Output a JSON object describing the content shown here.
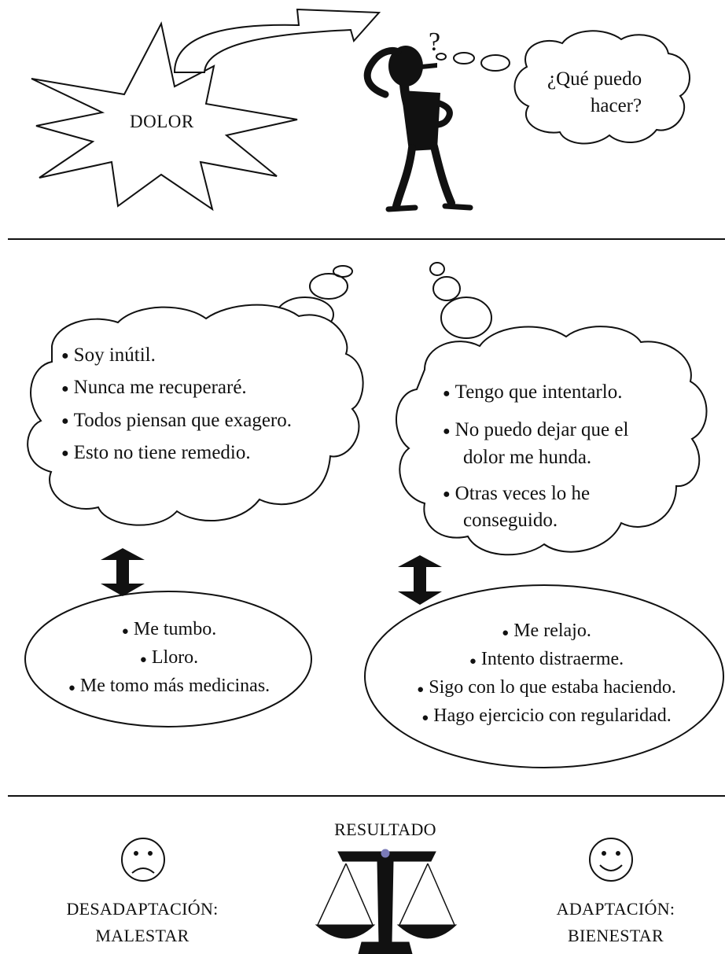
{
  "top": {
    "burst_label": "DOLOR",
    "thought_line1": "¿Qué puedo",
    "thought_line2": "hacer?"
  },
  "negative": {
    "thoughts": [
      "Soy inútil.",
      "Nunca me recuperaré.",
      "Todos piensan que exagero.",
      "Esto no tiene remedio."
    ],
    "behaviors": [
      "Me tumbo.",
      "Lloro.",
      "Me tomo más medicinas."
    ]
  },
  "positive": {
    "thoughts": [
      {
        "line1": "Tengo que intentarlo.",
        "line2": ""
      },
      {
        "line1": "No puedo dejar que el",
        "line2": "dolor me hunda."
      },
      {
        "line1": "Otras veces lo he",
        "line2": "conseguido."
      }
    ],
    "behaviors": [
      "Me relajo.",
      "Intento distraerme.",
      "Sigo con lo que estaba haciendo.",
      "Hago ejercicio con regularidad."
    ]
  },
  "result": {
    "title": "RESULTADO",
    "left_line1": "DESADAPTACIÓN:",
    "left_line2": "MALESTAR",
    "right_line1": "ADAPTACIÓN:",
    "right_line2": "BIENESTAR"
  },
  "colors": {
    "ink": "#111111",
    "pivot": "#7b7bb8"
  }
}
